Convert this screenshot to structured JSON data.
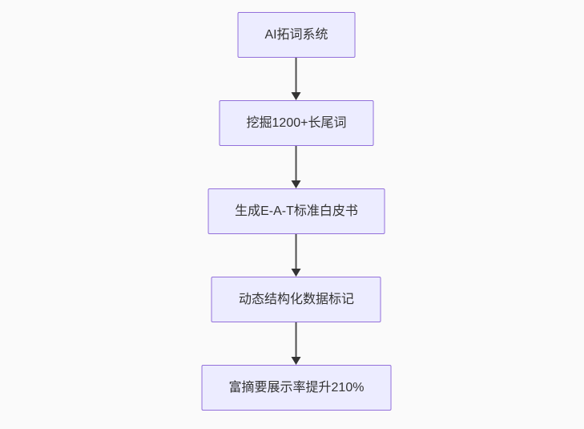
{
  "flowchart": {
    "type": "vertical-flowchart",
    "background_color": "#fafafa",
    "node_fill_color": "#ECECFF",
    "node_border_color": "#9370DB",
    "node_text_color": "#333333",
    "arrow_color": "#4e4e4e",
    "arrowhead_color": "#333333",
    "nodes": [
      {
        "label": "AI拓词系统"
      },
      {
        "label": "挖掘1200+长尾词"
      },
      {
        "label": "生成E-A-T标准白皮书"
      },
      {
        "label": "动态结构化数据标记"
      },
      {
        "label": "富摘要展示率提升210%"
      }
    ],
    "connections": [
      {
        "from": "AI拓词系统",
        "to": "挖掘1200+长尾词"
      },
      {
        "from": "挖掘1200+长尾词",
        "to": "生成E-A-T标准白皮书"
      },
      {
        "from": "生成E-A-T标准白皮书",
        "to": "动态结构化数据标记"
      },
      {
        "from": "动态结构化数据标记",
        "to": "富摘要展示率提升210%"
      }
    ]
  }
}
